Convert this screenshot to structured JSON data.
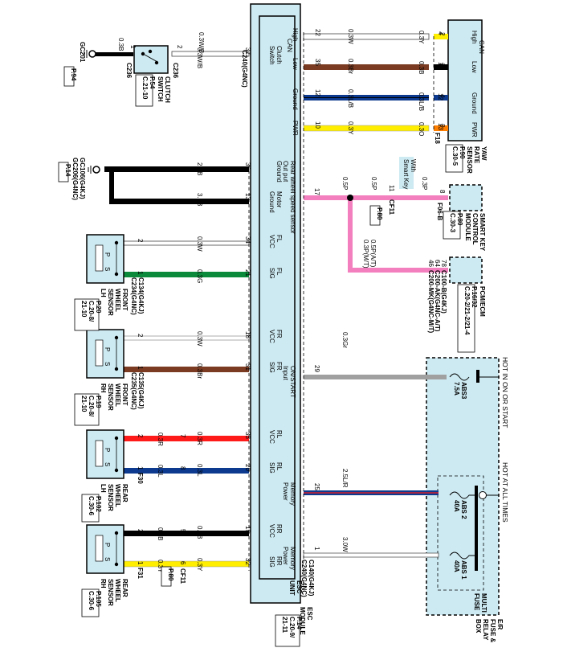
{
  "diagram": {
    "orientation": "rotated-90-clockwise",
    "esc_module": {
      "name": "ESC MODULE",
      "unit_label": "ESC UNIT",
      "ref": [
        "P.14",
        "C.20-9/",
        "21-11"
      ],
      "connector": [
        "C140(G4KJ)",
        "C240(G4NC)"
      ],
      "left_connector_top": "C240(G4NC)",
      "inner_left_pins": [
        {
          "pin": "37",
          "label": [
            "Clutch",
            "Switch"
          ],
          "wire": "0.3W/B",
          "color": "#ffffff"
        },
        {
          "pin": "38",
          "label": [
            "Ground"
          ],
          "wire": "2.5B",
          "color": "#000000"
        },
        {
          "pin": "13",
          "label": [
            "Motor",
            "Ground"
          ],
          "wire": "3.0B",
          "color": "#000000"
        },
        {
          "pin": "34",
          "label": [
            "FL",
            "VCC"
          ],
          "wire": "0.3W",
          "color": "#ffffff"
        },
        {
          "pin": "21",
          "label": [
            "FL",
            "SIG"
          ],
          "wire": "0.3G",
          "color": "#0a8a3a"
        },
        {
          "pin": "18",
          "label": [
            "FR",
            "VCC"
          ],
          "wire": "0.3W",
          "color": "#ffffff"
        },
        {
          "pin": "31",
          "label": [
            "FR",
            "SIG"
          ],
          "wire": "0.3Br",
          "color": "#7a3b22"
        },
        {
          "pin": "33",
          "label": [
            "RL",
            "VCC"
          ],
          "wire": "0.3R",
          "color": "#ff1a1a"
        },
        {
          "pin": "20",
          "label": [
            "RL",
            "SIG"
          ],
          "wire": "0.3L",
          "color": "#0d3a8e"
        },
        {
          "pin": "19",
          "label": [
            "RR",
            "VCC"
          ],
          "wire": "0.3B",
          "color": "#000000"
        },
        {
          "pin": "32",
          "label": [
            "RR",
            "SIG"
          ],
          "wire": "0.3Y",
          "color": "#ffee00"
        }
      ],
      "inner_right_pins": [
        {
          "pin": "22",
          "label": "High",
          "wire": "0.3W",
          "color": "#ffffff"
        },
        {
          "pin": "35",
          "label": "Low",
          "wire": "0.3Br",
          "color": "#7a3b22"
        },
        {
          "pin": "12",
          "label": "Ground",
          "wire": "0.3L/B",
          "color": "#0d3a8e"
        },
        {
          "pin": "10",
          "label": "PWR",
          "wire": "0.3Y",
          "color": "#ffee00"
        },
        {
          "pin": "17",
          "label": "Rear wheel speed sensor Out put",
          "wire": "0.5P",
          "color": "#f37fbf"
        },
        {
          "pin": "29",
          "label": "ON/START Input",
          "wire": "0.3Gr",
          "color": "#a0a0a0"
        },
        {
          "pin": "25",
          "label": "Memory Power",
          "wire": "2.5L/R",
          "color": "#0d3a8e"
        },
        {
          "pin": "1",
          "label": "Memory Power",
          "wire": "3.0W",
          "color": "#ffffff"
        }
      ],
      "can_label": "CAN"
    },
    "yaw_rate_sensor": {
      "name": [
        "YAW",
        "RATE",
        "SENSOR"
      ],
      "ref": [
        "P.90",
        "C.30-5"
      ],
      "connector": "F18",
      "pins": [
        {
          "pin": "2",
          "label": "High",
          "wire": "0.3Y"
        },
        {
          "pin": "1",
          "label": "Low",
          "wire": "0.3B"
        },
        {
          "pin": "4",
          "label": "Ground",
          "wire": "0.3L/B"
        },
        {
          "pin": "3",
          "label": "PWR",
          "wire": "0.3O"
        }
      ],
      "can_label": "CAN"
    },
    "middle_connector_pins": [
      "4",
      "14",
      "12",
      "13"
    ],
    "smart_key_module": {
      "name": [
        "SMART KEY",
        "CONTROL",
        "MODULE"
      ],
      "ref": [
        "P.80",
        "C.30-3"
      ],
      "pin": "8",
      "connector": "F06-B",
      "wire": "0.3P",
      "note": [
        "With",
        "Smart Key"
      ]
    },
    "cf11_connector": {
      "pin": "11",
      "name": "CF11",
      "ref": "P.80"
    },
    "pink_wires": [
      "0.5P",
      "0.5P"
    ],
    "pcm_ecm": {
      "name": "PCM/ECM",
      "ref": [
        "P.16/32",
        "C.20-2/21-2/21-4"
      ],
      "pins": [
        "78",
        "64",
        "46"
      ],
      "connectors": [
        "C100-B(G4KJ)",
        "C200-AK(G4NC-A/T)",
        "C200-MK(G4NC-M/T)"
      ],
      "wire": [
        "0.5P(A/T)",
        "0.3P(M/T)"
      ]
    },
    "clutch_switch": {
      "name": [
        "CLUTCH",
        "SWITCH"
      ],
      "ref": [
        "P.54",
        "C.21-10"
      ],
      "connector": "C236",
      "pin_ground": "1",
      "pin_esc": "2",
      "ground_wire": "0.3B",
      "ground_point": "GC201",
      "ground_ref": "P.94"
    },
    "esc_ground": {
      "points": [
        "GC106(G4KJ)",
        "GC206(G4NC)"
      ],
      "ref": "P.14"
    },
    "front_wheel_lh": {
      "name": [
        "FRONT",
        "WHEEL",
        "SENSOR",
        "LH"
      ],
      "ref": [
        "P.20",
        "C.20-8/",
        "21-10"
      ],
      "connectors": [
        "C134(G4KJ)",
        "C234(G4NC)"
      ],
      "pins": [
        "2",
        "1"
      ],
      "sensor_labels": [
        "P",
        "S"
      ]
    },
    "front_wheel_rh": {
      "name": [
        "FRONT",
        "WHEEL",
        "SENSOR",
        "RH"
      ],
      "ref": [
        "P.19",
        "C.20-8/",
        "21-10"
      ],
      "connectors": [
        "C135(G4KJ)",
        "C235(G4NC)"
      ],
      "pins": [
        "2",
        "1"
      ],
      "sensor_labels": [
        "P",
        "S"
      ]
    },
    "rear_wheel_lh": {
      "name": [
        "REAR",
        "WHEEL",
        "SENSOR",
        "LH"
      ],
      "ref": [
        "P.102",
        "C.30-6"
      ],
      "connector": "F30",
      "pins": [
        "2",
        "1"
      ],
      "mid_pins": [
        "7",
        "8"
      ],
      "wires_outer": [
        "0.3R",
        "0.3L"
      ],
      "sensor_labels": [
        "P",
        "S"
      ]
    },
    "rear_wheel_rh": {
      "name": [
        "REAR",
        "WHEEL",
        "SENSOR",
        "RH"
      ],
      "ref": [
        "P.105",
        "C.30-6"
      ],
      "connector": "F31",
      "pins": [
        "2",
        "1"
      ],
      "mid_pins": [
        "5",
        "6"
      ],
      "mid_connector": "CF11",
      "mid_ref": "P.80",
      "wires_outer": [
        "0.3B",
        "0.3Y"
      ],
      "sensor_labels": [
        "P",
        "S"
      ]
    },
    "fuse_box": {
      "name": [
        "E/R",
        "FUSE &",
        "RELAY",
        "BOX"
      ],
      "hot_on_start": "HOT IN ON OR START",
      "hot_all_times": "HOT AT ALL TIMES",
      "multi_fuse": [
        "MULTI",
        "FUSE"
      ],
      "fuses": [
        {
          "name": "ABS3",
          "rating": "7.5A"
        },
        {
          "name": "ABS 2",
          "rating": "40A"
        },
        {
          "name": "ABS 1",
          "rating": "40A"
        }
      ]
    }
  }
}
